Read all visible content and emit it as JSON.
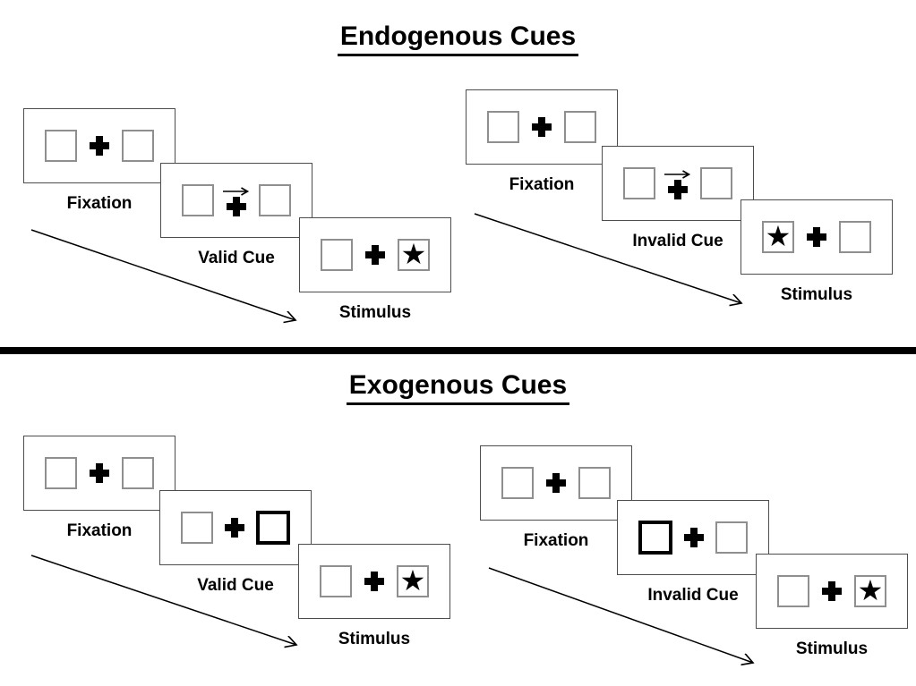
{
  "sections": [
    {
      "title": "Endogenous Cues",
      "sequences": [
        {
          "name": "valid",
          "steps": [
            {
              "label": "Fixation",
              "type": "fixation"
            },
            {
              "label": "Valid Cue",
              "type": "arrow-cue",
              "cue_direction": "right"
            },
            {
              "label": "Stimulus",
              "type": "stimulus",
              "star_position": "right"
            }
          ]
        },
        {
          "name": "invalid",
          "steps": [
            {
              "label": "Fixation",
              "type": "fixation"
            },
            {
              "label": "Invalid Cue",
              "type": "arrow-cue",
              "cue_direction": "right"
            },
            {
              "label": "Stimulus",
              "type": "stimulus",
              "star_position": "left"
            }
          ]
        }
      ]
    },
    {
      "title": "Exogenous Cues",
      "sequences": [
        {
          "name": "valid",
          "steps": [
            {
              "label": "Fixation",
              "type": "fixation"
            },
            {
              "label": "Valid Cue",
              "type": "box-cue",
              "cue_position": "right"
            },
            {
              "label": "Stimulus",
              "type": "stimulus",
              "star_position": "right"
            }
          ]
        },
        {
          "name": "invalid",
          "steps": [
            {
              "label": "Fixation",
              "type": "fixation"
            },
            {
              "label": "Invalid Cue",
              "type": "box-cue",
              "cue_position": "left"
            },
            {
              "label": "Stimulus",
              "type": "stimulus",
              "star_position": "right"
            }
          ]
        }
      ]
    }
  ],
  "icons": {
    "star": "★",
    "fixation_cross": "heavy-plus-cross",
    "cue_arrow": "right-arrow",
    "timeline_arrow": "diagonal-down-right-arrow"
  },
  "colors": {
    "background": "#ffffff",
    "ink": "#000000",
    "card_border": "#4d4d4d",
    "square_border": "#8f8f8f"
  }
}
